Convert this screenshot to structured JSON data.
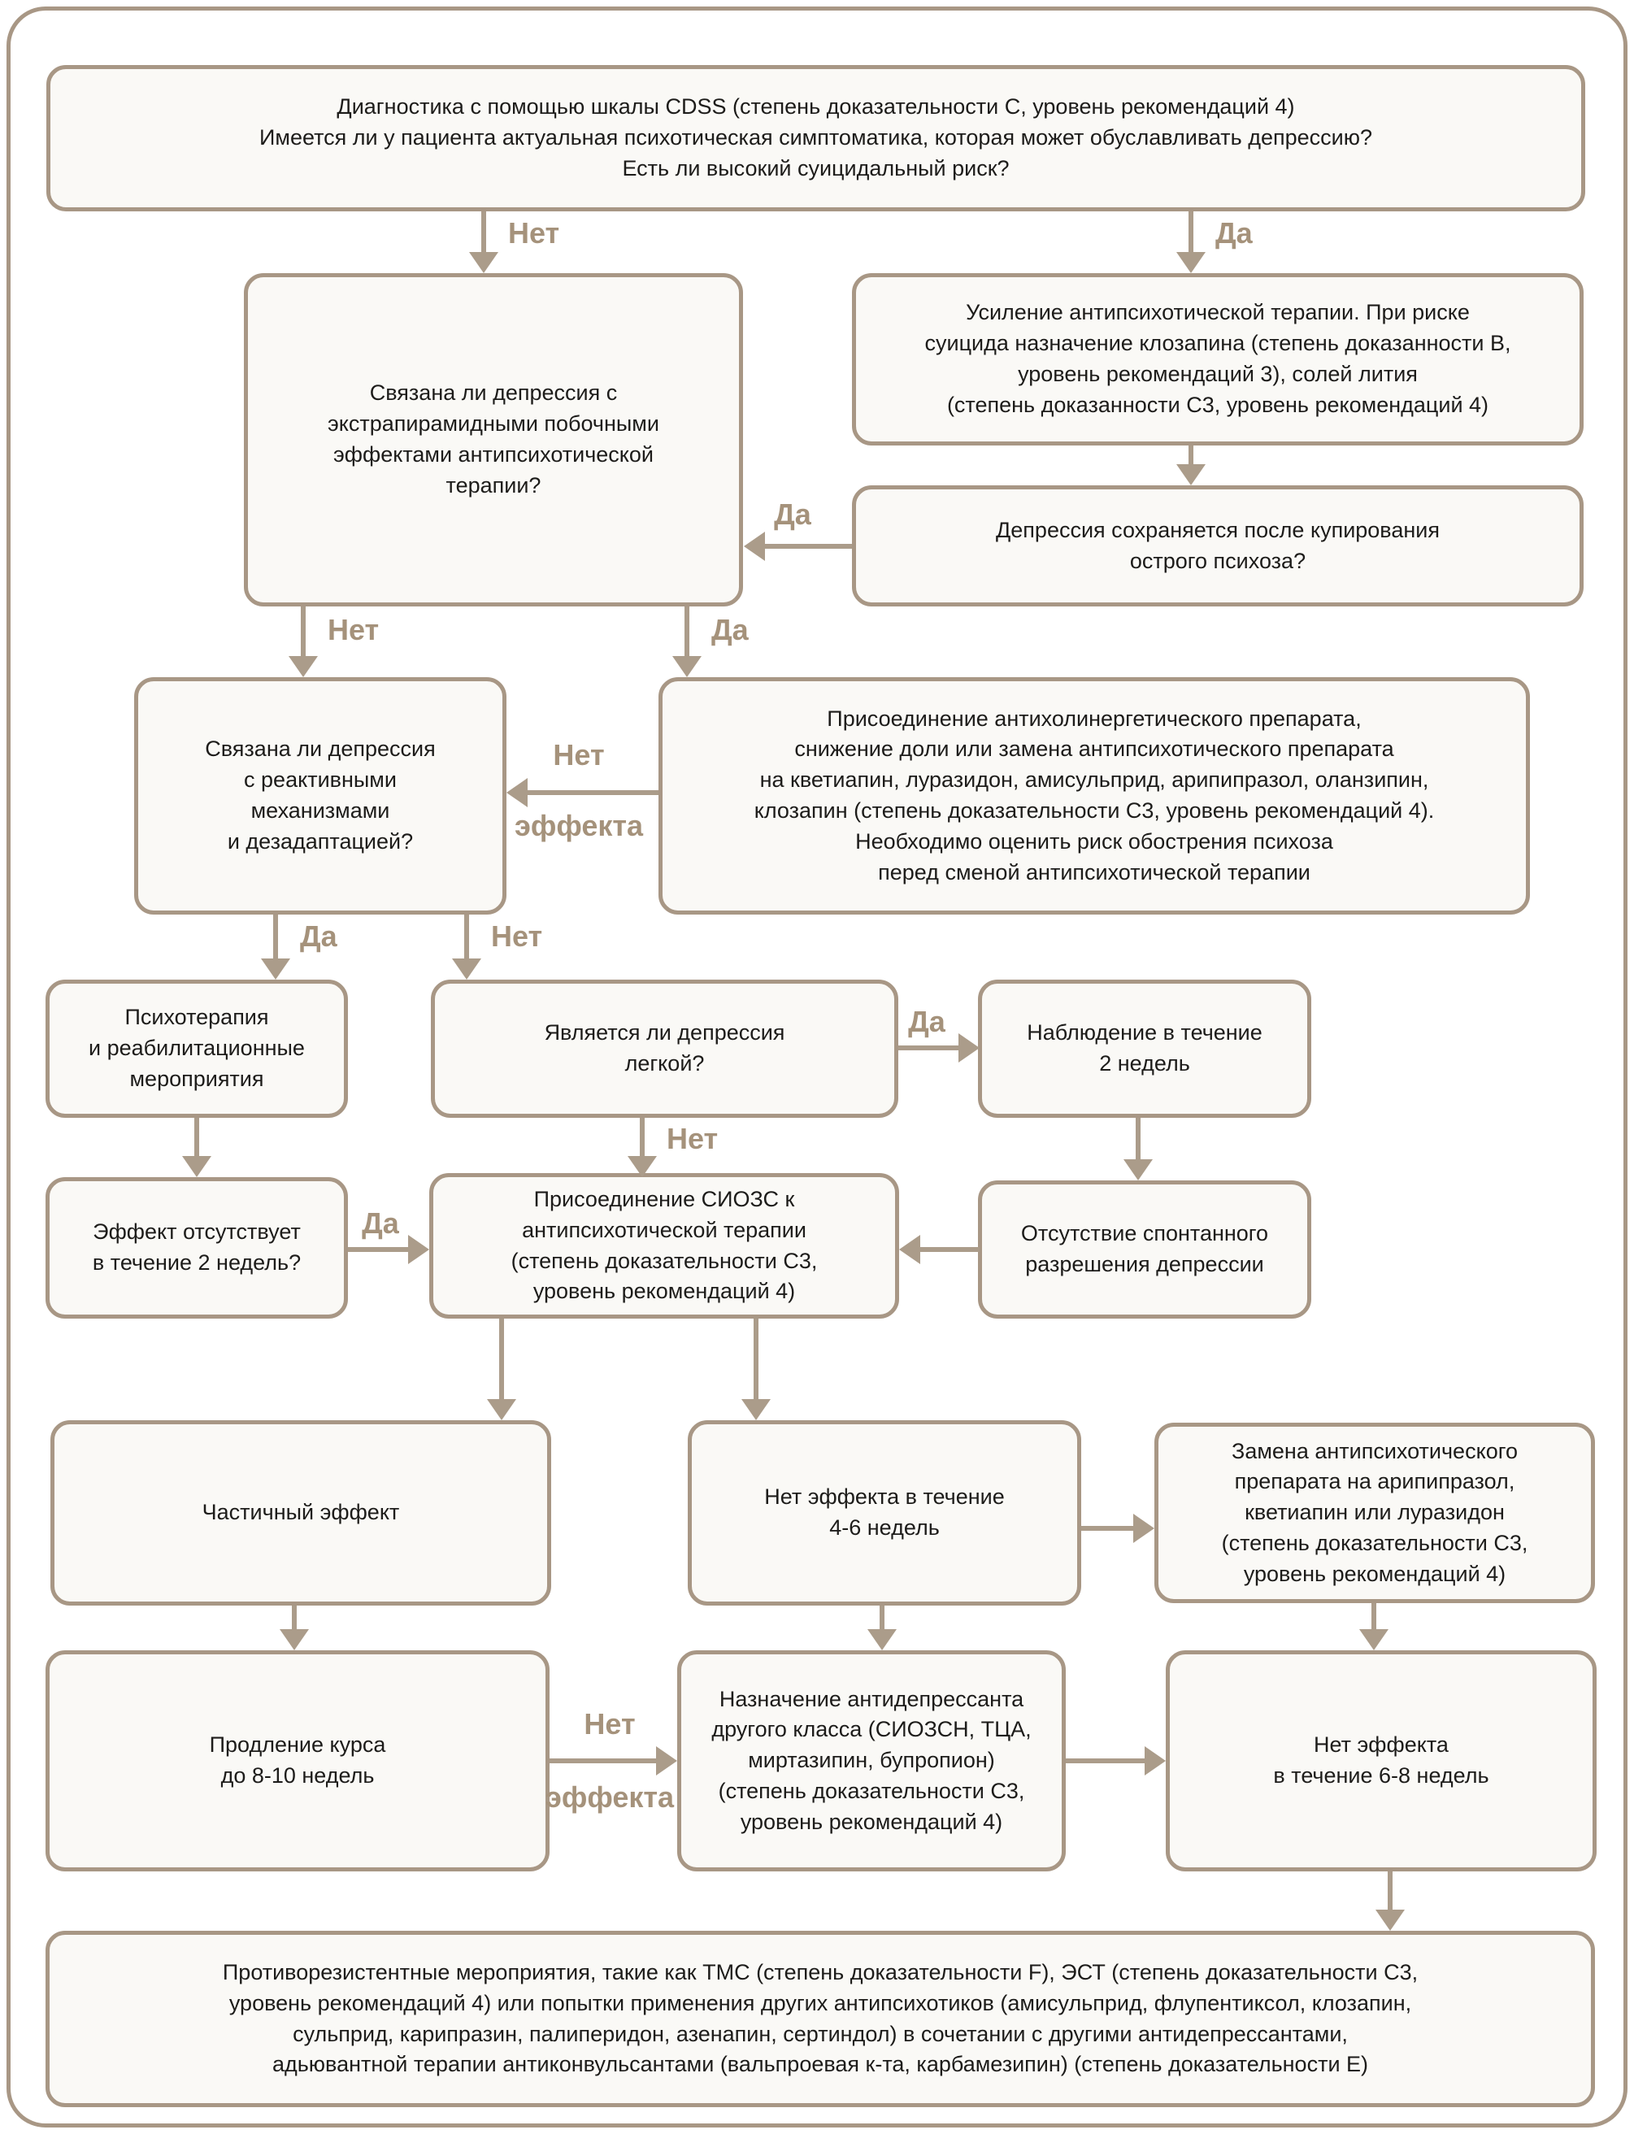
{
  "colors": {
    "background": "#ffffff",
    "frame_border": "#a89785",
    "node_fill": "#faf9f6",
    "node_border": "#a89785",
    "arrow": "#ab9c8a",
    "edge_label": "#a5927b",
    "text": "#1d1c1a"
  },
  "edge_labels": {
    "yes": "Да",
    "no": "Нет",
    "no_effect_line1": "Нет",
    "no_effect_line2": "эффекта"
  },
  "nodes": {
    "diagnosis": "Диагностика с помощью шкалы CDSS (степень доказательности С, уровень рекомендаций 4)\nИмеется ли у пациента актуальная психотическая симптоматика, которая может обуславливать депрессию?\nЕсть ли высокий суицидальный риск?",
    "eps_related": "Связана ли депрессия с\nэкстрапирамидными побочными\nэффектами антипсихотической\nтерапии?",
    "strengthen": "Усиление антипсихотической терапии. При риске\nсуицида назначение клозапина (степень доказанности В,\nуровень рекомендаций 3), солей лития\n(степень доказанности С3, уровень рекомендаций 4)",
    "persists": "Депрессия сохраняется после купирования\nострого психоза?",
    "reactive": "Связана ли депрессия\nс реактивными\nмеханизмами\nи дезадаптацией?",
    "anticholinergic": "Присоединение антихолинергетического препарата,\nснижение доли или замена антипсихотического препарата\nна кветиапин, луразидон, амисульприд, арипипразол, оланзипин,\nклозапин (степень доказательности С3, уровень рекомендаций 4).\nНеобходимо оценить риск обострения психоза\nперед сменой антипсихотической терапии",
    "psychotherapy": "Психотерапия\nи реабилитационные\nмероприятия",
    "mild": "Является ли депрессия\nлегкой?",
    "observation": "Наблюдение в течение\n2 недель",
    "no_effect_2w": "Эффект отсутствует\nв течение 2 недель?",
    "ssri": "Присоединение СИОЗС к\nантипсихотической терапии\n(степень доказательности С3,\nуровень рекомендаций 4)",
    "no_spontaneous": "Отсутствие спонтанного\nразрешения депрессии",
    "partial_effect": "Частичный эффект",
    "no_effect_46w": "Нет эффекта в течение\n4-6 недель",
    "switch_antipsychotic": "Замена антипсихотического\nпрепарата на арипипразол,\nкветиапин или луразидон\n(степень доказательности С3,\nуровень рекомендаций 4)",
    "extend_course": "Продление курса\nдо 8-10 недель",
    "other_class": "Назначение антидепрессанта\nдругого класса (СИОЗСН, ТЦА,\nмиртазипин, бупропион)\n(степень доказательности С3,\nуровень рекомендаций 4)",
    "no_effect_68w": "Нет эффекта\nв течение 6-8 недель",
    "resistant": "Противорезистентные мероприятия, такие как ТМС (степень доказательности F), ЭСТ (степень доказательности С3,\nуровень рекомендаций 4) или попытки применения других антипсихотиков (амисульприд, флупентиксол, клозапин,\nсульприд, карипразин, палиперидон, азенапин, сертиндол) в сочетании с другими антидепрессантами,\nадьювантной терапии антиконвульсантами (вальпроевая к-та, карбамезипин) (степень доказательности Е)"
  }
}
